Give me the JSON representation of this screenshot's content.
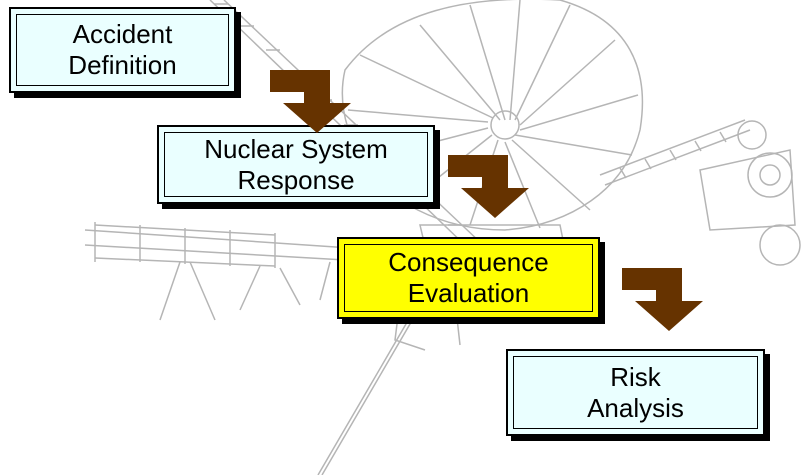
{
  "colors": {
    "box_fill": "#eaffff",
    "highlight_fill": "#ffff00",
    "arrow_fill": "#663300",
    "drawing_stroke": "#b5b5b5"
  },
  "background": {
    "icon": "spacecraft-line-drawing"
  },
  "steps": [
    {
      "line1": "Accident",
      "line2": "Definition",
      "highlight": false
    },
    {
      "line1": "Nuclear System",
      "line2": "Response",
      "highlight": false
    },
    {
      "line1": "Consequence",
      "line2": "Evaluation",
      "highlight": true
    },
    {
      "line1": "Risk",
      "line2": "Analysis",
      "highlight": false
    }
  ],
  "connectors": {
    "icon": "bent-down-arrow-icon",
    "count": 3
  }
}
